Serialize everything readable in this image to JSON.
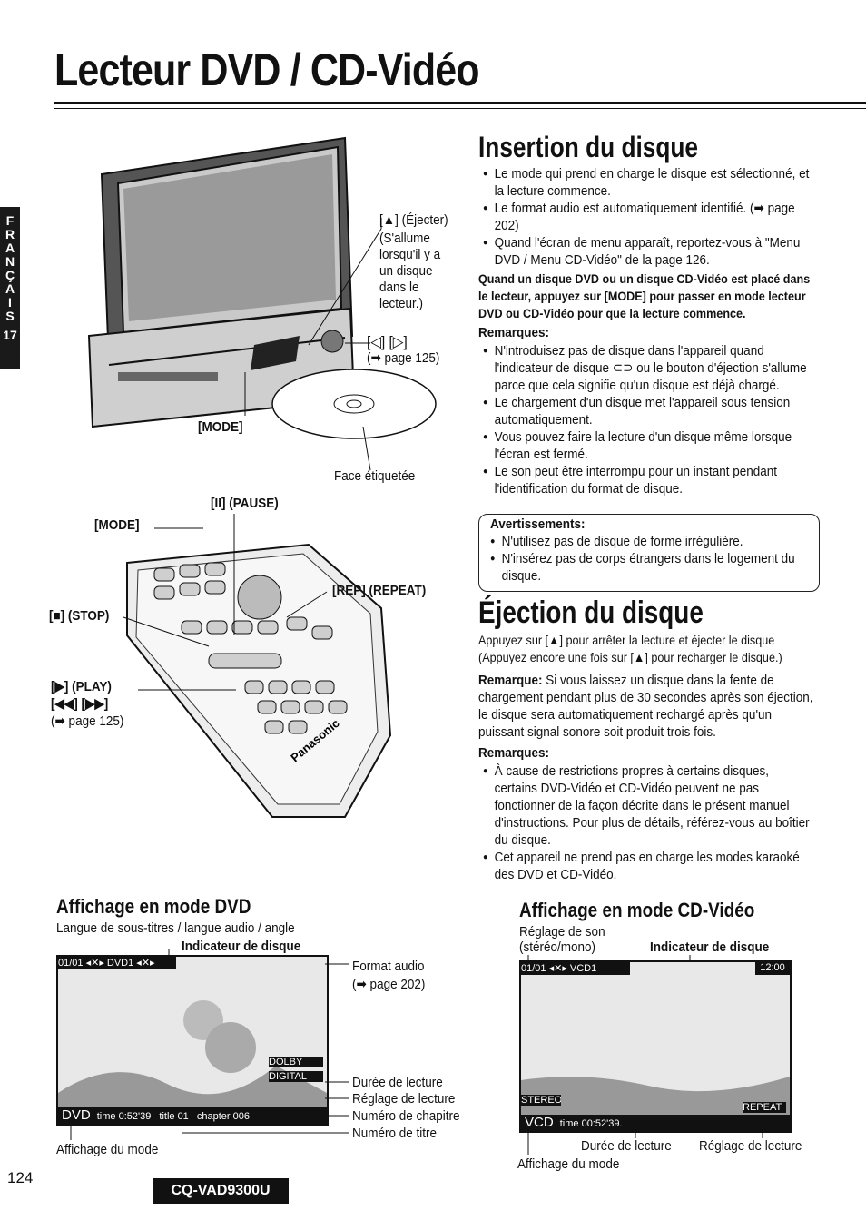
{
  "page": {
    "title": "Lecteur DVD / CD-Vidéo",
    "page_number": "124",
    "model": "CQ-VAD9300U",
    "language_tab": [
      "F",
      "R",
      "A",
      "N",
      "Ç",
      "A",
      "I",
      "S"
    ],
    "language_tab_number": "17"
  },
  "figure_top": {
    "eject_label": "[▲] (Éjecter)",
    "eject_note": [
      "(S'allume",
      "lorsqu'il y a",
      "un disque",
      "dans le",
      "lecteur.)"
    ],
    "skip_label": "[◁] [▷]",
    "skip_ref": "(➡ page 125)",
    "mode_label": "[MODE]",
    "label_face": "Face étiquetée"
  },
  "figure_remote": {
    "pause": "[II] (PAUSE)",
    "mode": "[MODE]",
    "repeat": "[REP] (REPEAT)",
    "stop": "[■] (STOP)",
    "play": "[▶] (PLAY)",
    "skip": "[◀◀] [▶▶]",
    "skip_ref": "(➡ page 125)",
    "brand": "Panasonic"
  },
  "insertion": {
    "heading": "Insertion du disque",
    "bullets": [
      "Le mode qui prend en charge le disque est sélectionné, et la lecture commence.",
      "Le format audio est automatiquement identifié. (➡ page 202)",
      "Quand l'écran de menu apparaît, reportez-vous à \"Menu DVD / Menu CD-Vidéo\" de la page 126."
    ],
    "bold_note": "Quand un disque DVD ou un disque CD-Vidéo est placé dans le lecteur, appuyez sur [MODE] pour passer en mode lecteur DVD ou CD-Vidéo pour que la lecture commence.",
    "remarks_heading": "Remarques:",
    "remarks": [
      "N'introduisez pas de disque dans l'appareil quand l'indicateur de disque ⊂⊃ ou le bouton d'éjection s'allume parce que cela signifie qu'un disque est déjà chargé.",
      "Le chargement d'un disque met l'appareil sous tension automatiquement.",
      "Vous pouvez faire la lecture d'un disque même lorsque l'écran est fermé.",
      "Le son peut être interrompu pour un instant pendant l'identification du format de disque."
    ],
    "warnings_heading": "Avertissements:",
    "warnings": [
      "N'utilisez pas de disque de forme irrégulière.",
      "N'insérez pas de corps étrangers dans le logement du disque."
    ]
  },
  "ejection": {
    "heading": "Éjection du disque",
    "intro": "Appuyez sur [▲] pour arrêter la lecture et éjecter le disque (Appuyez encore une fois sur [▲] pour recharger le disque.)",
    "remark_label": "Remarque:",
    "remark_text": "Si vous laissez un disque dans la fente de chargement pendant plus de 30 secondes après son éjection, le disque sera automatiquement rechargé après qu'un puissant signal sonore soit produit trois fois.",
    "remarks_heading": "Remarques:",
    "remarks": [
      "À cause de restrictions propres à certains disques, certains DVD-Vidéo et CD-Vidéo peuvent ne pas fonctionner de la façon décrite dans le présent manuel d'instructions. Pour plus de détails, référez-vous au boîtier du disque.",
      "Cet appareil ne prend pas en charge les modes karaoké des DVD et CD-Vidéo."
    ]
  },
  "dvd_display": {
    "heading": "Affichage en mode DVD",
    "top_label": "Langue de sous-titres / langue audio / angle",
    "disc_indicator": "Indicateur de disque",
    "audio_format": "Format audio",
    "audio_format_ref": "(➡ page 202)",
    "play_time": "Durée de lecture",
    "play_setting": "Réglage de lecture",
    "chapter": "Numéro de chapitre",
    "title_no": "Numéro de titre",
    "mode_display": "Affichage du mode",
    "bar_mode": "DVD",
    "bar_time": "time 0:52'39",
    "bar_title": "title 01",
    "bar_chapter": "chapter 006",
    "top_bar": "01/01 ◂✕▸ DVD1 ◂✕▸",
    "badge_dolby": "DOLBY",
    "badge_surround": "DIGITAL"
  },
  "vcd_display": {
    "heading": "Affichage en mode CD-Vidéo",
    "sound_setting": "Réglage de son",
    "sound_setting_2": "(stéréo/mono)",
    "disc_indicator": "Indicateur de disque",
    "play_time": "Durée de lecture",
    "play_setting": "Réglage de lecture",
    "mode_display": "Affichage du mode",
    "bar_mode": "VCD",
    "bar_time": "time 00:52'39.",
    "stereo": "STEREO",
    "repeat": "REPEAT",
    "top_bar": "01/01 ◂✕▸ VCD1",
    "clock": "12:00"
  }
}
